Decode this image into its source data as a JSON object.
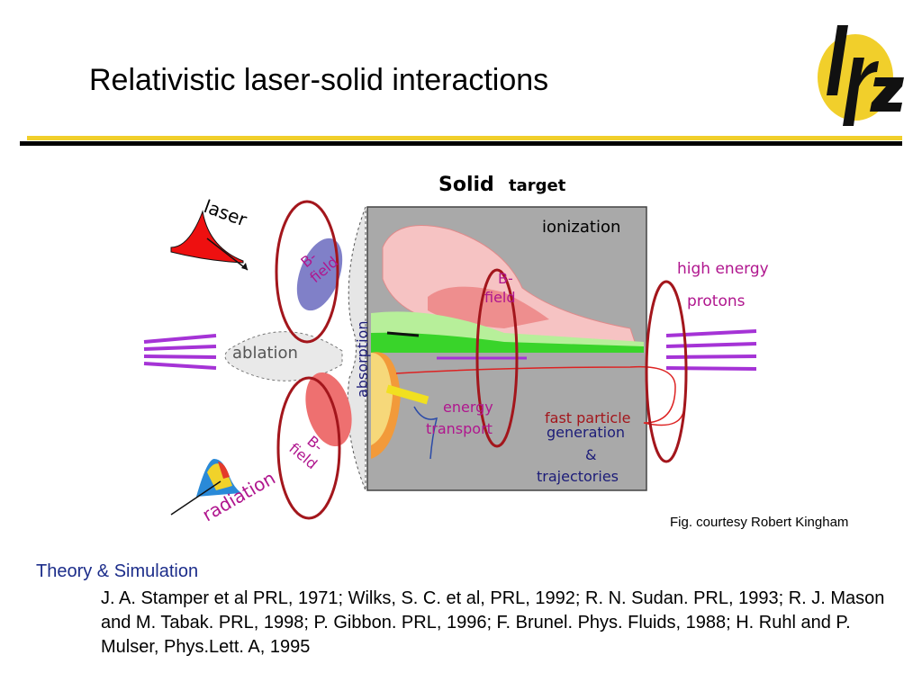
{
  "slide": {
    "title": "Relativistic laser-solid interactions",
    "credit": "Fig. courtesy Robert Kingham",
    "section_heading": "Theory & Simulation",
    "references": "J. A. Stamper et al PRL, 1971; Wilks, S. C. et al, PRL, 1992; R. N. Sudan. PRL, 1993; R. J. Mason and M. Tabak. PRL, 1998; P. Gibbon. PRL, 1996; F. Brunel. Phys. Fluids, 1988; H. Ruhl and P. Mulser, Phys.Lett. A, 1995"
  },
  "logo": {
    "text": "lrz",
    "color": "#f1cf2b"
  },
  "figure": {
    "header_solid": "Solid",
    "header_target": "target",
    "laser": "laser",
    "ionization": "ionization",
    "high_energy": "high energy",
    "protons": "protons",
    "b_field_top_b": "B-",
    "b_field_top_field": "field",
    "b_field_mid_b": "B-",
    "b_field_mid_field": "field",
    "b_field_bottom_b": "B-",
    "b_field_bottom_field": "field",
    "absorption": "absorption",
    "ablation": "ablation",
    "energy": "energy",
    "transport": "transport",
    "fast_particle": "fast particle",
    "generation": "generation",
    "ampersand": "&",
    "trajectories": "trajectories",
    "radiation": "radiation",
    "colors": {
      "ring": "#a3161c",
      "arrow": "#a533d6",
      "navy": "#1c1c78",
      "magenta": "#b0168e"
    }
  }
}
